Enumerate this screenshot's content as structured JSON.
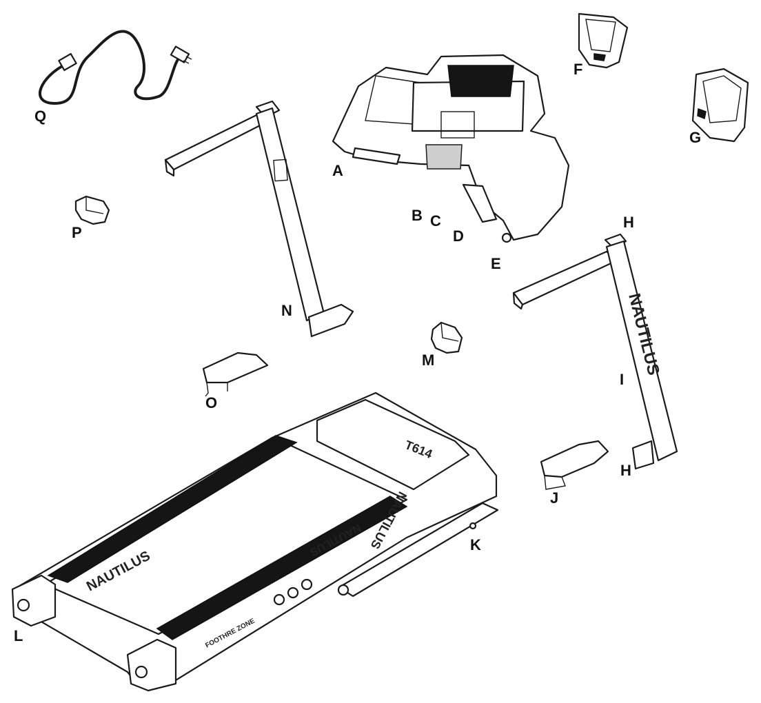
{
  "labels": {
    "A": "A",
    "B": "B",
    "C": "C",
    "D": "D",
    "E": "E",
    "F": "F",
    "G": "G",
    "H_top": "H",
    "H_bottom": "H",
    "I": "I",
    "J": "J",
    "K": "K",
    "L": "L",
    "M": "M",
    "N": "N",
    "O": "O",
    "P": "P",
    "Q": "Q"
  },
  "branding": {
    "deck_logo_left": "NAUTILUS",
    "deck_logo_right": "NAUTILUS",
    "deck_text_mirrored": "NAUTILUS",
    "upright_logo": "NAUTILUS",
    "motor_cover_model": "T614",
    "rail_zone_text": "FOOTHRE ZONE"
  }
}
